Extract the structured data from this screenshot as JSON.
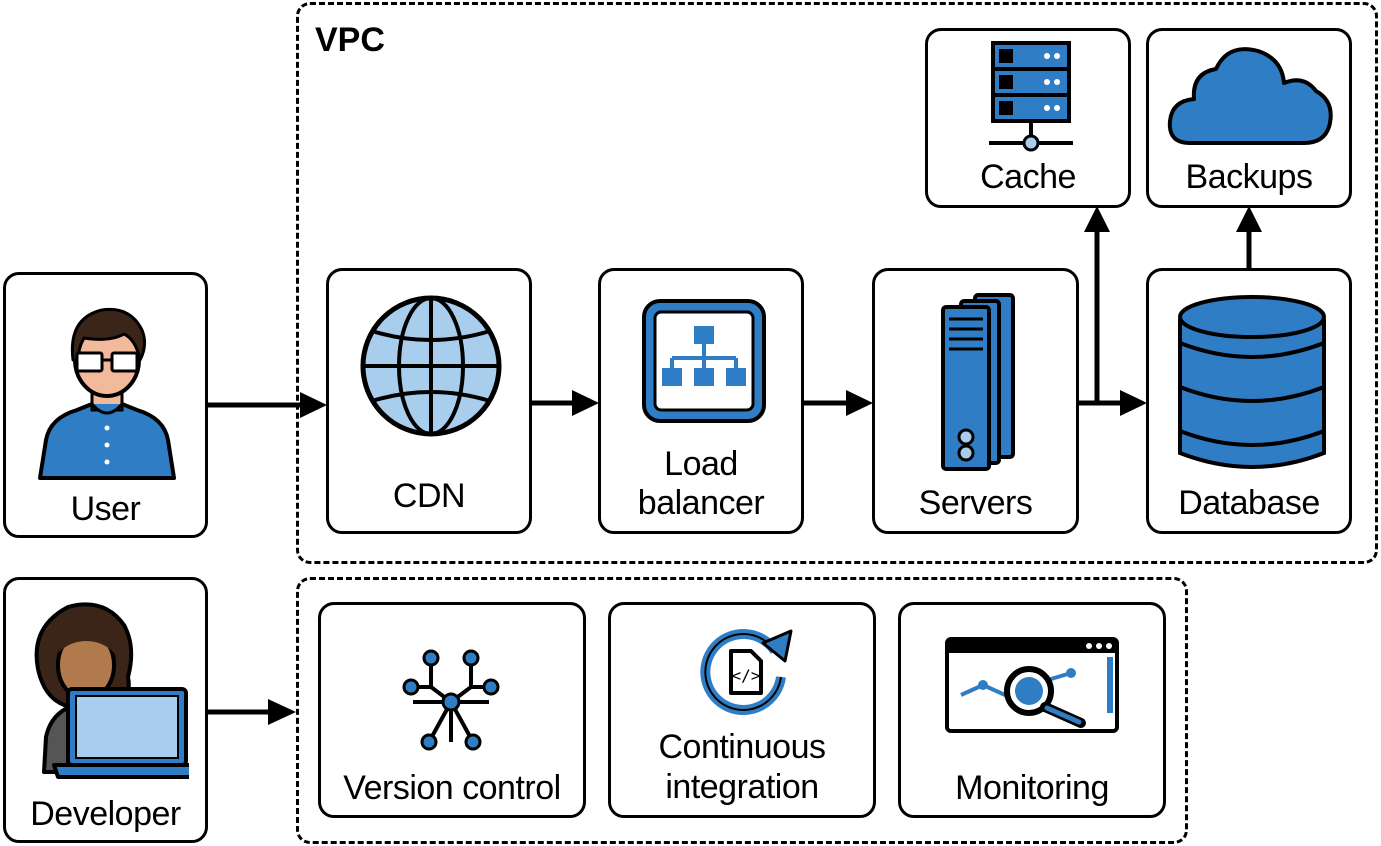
{
  "groups": {
    "vpc": {
      "title": "VPC"
    },
    "devops": {
      "title": ""
    }
  },
  "nodes": {
    "user": {
      "label": "User",
      "icon": "user-avatar-icon"
    },
    "developer": {
      "label": "Developer",
      "icon": "developer-laptop-icon"
    },
    "cdn": {
      "label": "CDN",
      "icon": "globe-icon"
    },
    "load_balancer": {
      "label_line1": "Load",
      "label_line2": "balancer",
      "icon": "hierarchy-icon"
    },
    "servers": {
      "label": "Servers",
      "icon": "server-tower-icon"
    },
    "database": {
      "label": "Database",
      "icon": "database-icon"
    },
    "cache": {
      "label": "Cache",
      "icon": "server-rack-icon"
    },
    "backups": {
      "label": "Backups",
      "icon": "cloud-icon"
    },
    "version_control": {
      "label": "Version control",
      "icon": "branch-tree-icon"
    },
    "continuous_integration": {
      "label_line1": "Continuous",
      "label_line2": "integration",
      "icon": "code-cycle-icon"
    },
    "monitoring": {
      "label": "Monitoring",
      "icon": "magnifier-chart-icon"
    }
  },
  "edges": [
    {
      "from": "User",
      "to": "CDN"
    },
    {
      "from": "CDN",
      "to": "Load balancer"
    },
    {
      "from": "Load balancer",
      "to": "Servers"
    },
    {
      "from": "Servers",
      "to": "Database"
    },
    {
      "from": "Servers",
      "to": "Cache"
    },
    {
      "from": "Database",
      "to": "Backups"
    },
    {
      "from": "Developer",
      "to": "Version control / Continuous integration / Monitoring"
    }
  ],
  "colors": {
    "primary_blue": "#2f7dc4",
    "light_blue": "#a9cdec",
    "skin": "#f2b99a",
    "dev_skin": "#b07a4d",
    "hair": "#3b2418",
    "outline": "#000000"
  }
}
